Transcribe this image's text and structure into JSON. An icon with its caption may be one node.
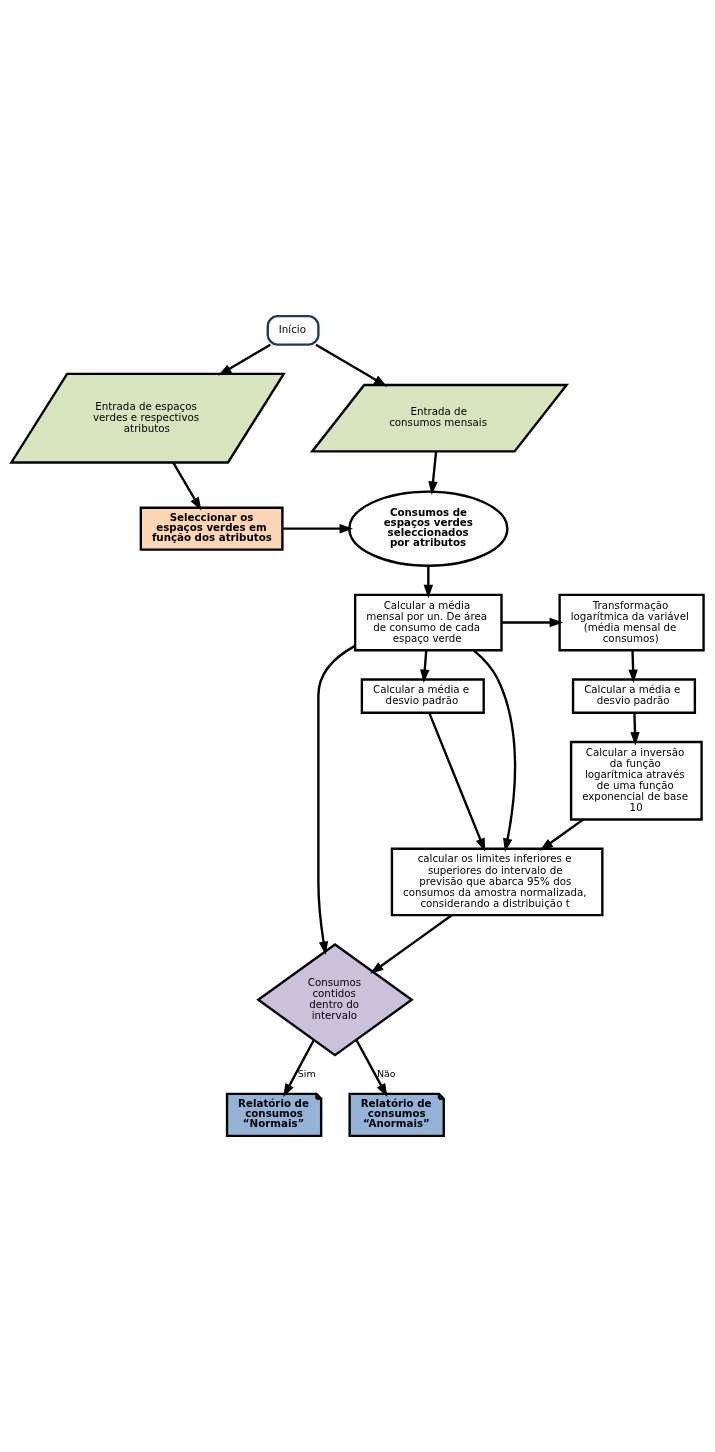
{
  "diagram": {
    "nodes": [
      {
        "text": [
          "Início"
        ]
      },
      {
        "text": [
          "Entrada de consumos mensais"
        ]
      },
      {
        "text": [
          "Entrada de espaços verdes e respectivos atributos"
        ]
      },
      {
        "text": [
          "Consumos de espaços verdes seleccionados por atributos"
        ]
      },
      {
        "text": [
          "Seleccionar os espaços verdes em função dos atributos"
        ]
      },
      {
        "text": [
          "Calcular a média mensal por un. De área de consumo de cada espaço verde"
        ]
      },
      {
        "text": [
          "Transformação logarítmica da variável (média mensal de consumos)"
        ]
      },
      {
        "text": [
          "Calcular a média e desvio padrão"
        ]
      },
      {
        "text": [
          "Calcular a média e desvio padrão"
        ]
      },
      {
        "text": [
          "Calcular a inversão da função logarítmica através de uma função exponencial de base 10"
        ]
      },
      {
        "text": [
          "calcular os limites inferiores e superiores do intervalo de previsão que abarca 95% dos consumos da amostra normalizada, considerando a distribuição t"
        ]
      },
      {
        "text": [
          "Consumos contidos dentro do intervalo"
        ]
      },
      {
        "text": [
          "Relatório de consumos “Normais”"
        ]
      },
      {
        "text": [
          "Relatório de consumos “Anormais”"
        ]
      }
    ],
    "edges": [
      {
        "from": 0,
        "to": 1,
        "arrow": "to"
      },
      {
        "from": 0,
        "to": 2,
        "arrow": "to"
      },
      {
        "from": 1,
        "to": 3,
        "arrow": "to"
      },
      {
        "from": 2,
        "to": 4,
        "arrow": "to"
      },
      {
        "from": 4,
        "to": 3,
        "arrow": "to"
      },
      {
        "from": 3,
        "to": 5,
        "arrow": "to"
      },
      {
        "from": 5,
        "to": 6,
        "arrow": "to"
      },
      {
        "from": 5,
        "to": 7,
        "arrow": "to"
      },
      {
        "from": 6,
        "to": 8,
        "arrow": "to"
      },
      {
        "from": 5,
        "to": 10,
        "arrow": "to"
      },
      {
        "from": 7,
        "to": 10,
        "arrow": "to"
      },
      {
        "from": 8,
        "to": 9,
        "arrow": "to"
      },
      {
        "from": 9,
        "to": 10,
        "arrow": "to"
      },
      {
        "from": 10,
        "to": 11,
        "arrow": "to"
      },
      {
        "from": 5,
        "to": 11,
        "arrow": "to"
      },
      {
        "from": 11,
        "to": 12,
        "label": "Sim",
        "arrow": "to"
      },
      {
        "from": 11,
        "to": 13,
        "label": "Não",
        "arrow": "to"
      }
    ]
  }
}
